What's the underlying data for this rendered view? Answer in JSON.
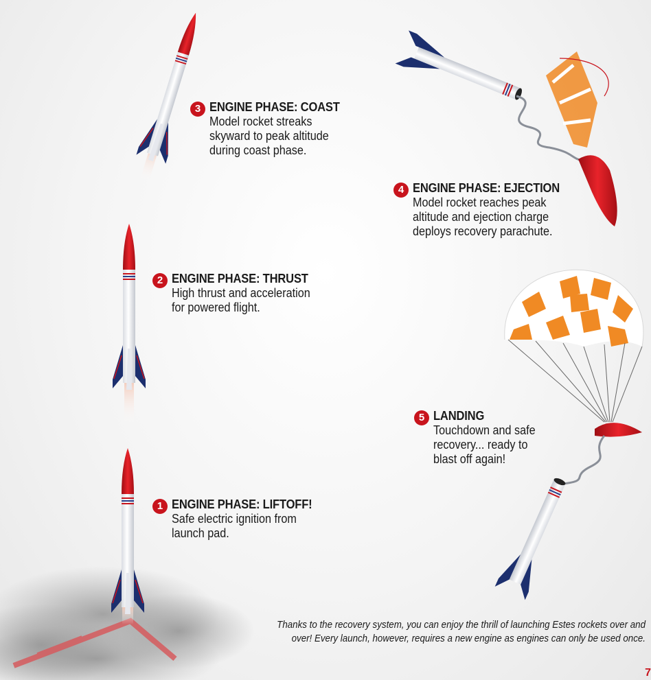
{
  "steps": [
    {
      "number": "1",
      "title": "ENGINE PHASE: LIFTOFF!",
      "desc": [
        "Safe electric ignition from",
        "launch pad."
      ]
    },
    {
      "number": "2",
      "title": "ENGINE PHASE: THRUST",
      "desc": [
        "High thrust and acceleration",
        "for powered flight."
      ]
    },
    {
      "number": "3",
      "title": "ENGINE PHASE: COAST",
      "desc": [
        "Model rocket streaks",
        "skyward to peak altitude",
        "during coast phase."
      ]
    },
    {
      "number": "4",
      "title": "ENGINE PHASE: EJECTION",
      "desc": [
        "Model rocket reaches peak",
        "altitude and ejection charge",
        "deploys recovery parachute."
      ]
    },
    {
      "number": "5",
      "title": "LANDING",
      "desc": [
        "Touchdown and safe",
        "recovery... ready to",
        "blast off again!"
      ]
    }
  ],
  "footnote": [
    "Thanks to the recovery system, you can enjoy the thrill of launching Estes rockets over and",
    "over! Every launch, however, requires a new engine as engines can only be used once."
  ],
  "page_number": "7",
  "colors": {
    "accent": "#c8141d",
    "rocket_body": "#ffffff",
    "nose_cone": "#d8151c",
    "fin": "#1c2f6e",
    "parachute_orange": "#f08a24"
  }
}
